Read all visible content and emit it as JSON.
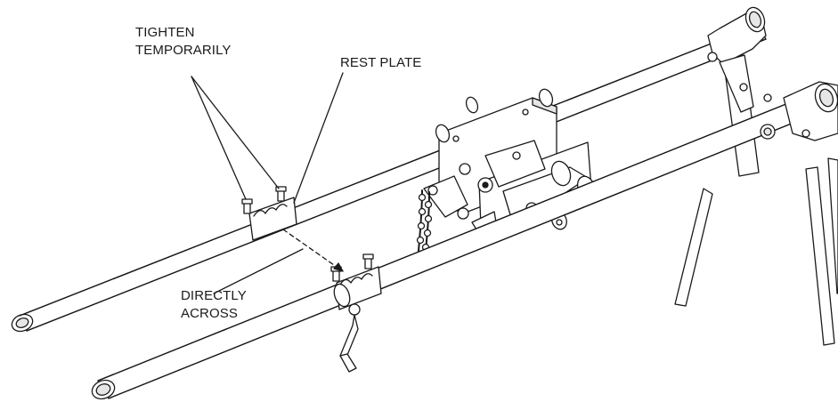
{
  "labels": {
    "tighten_line1": "TIGHTEN",
    "tighten_line2": "TEMPORARILY",
    "rest_plate": "REST PLATE",
    "directly_line1": "DIRECTLY",
    "directly_line2": "ACROSS"
  },
  "colors": {
    "line": "#1a1a1a",
    "background": "#ffffff",
    "fill": "#ffffff",
    "shade": "#e6e6e6"
  }
}
